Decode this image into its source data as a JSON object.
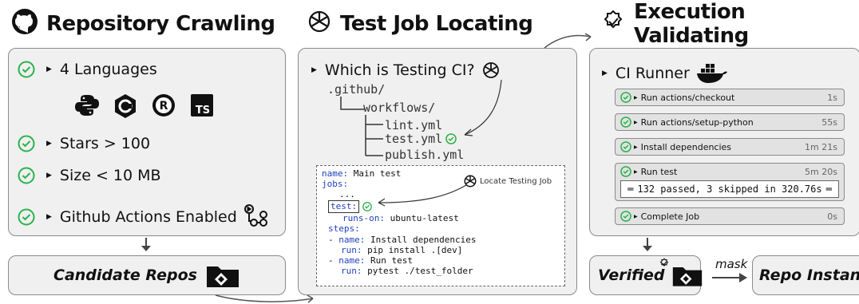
{
  "headings": {
    "crawl": "Repository Crawling",
    "locate": "Test Job Locating",
    "validate": "Execution Validating"
  },
  "crawl": {
    "languages": "4 Languages",
    "language_icons": [
      "python-icon",
      "cpp-icon",
      "rust-icon",
      "typescript-icon"
    ],
    "stars": "Stars > 100",
    "size": "Size < 10 MB",
    "actions": "Github Actions Enabled",
    "candidate": "Candidate Repos"
  },
  "locate": {
    "question": "Which is Testing CI?",
    "tree": [
      ".github/",
      "workflows/",
      "lint.yml",
      "test.yml",
      "publish.yml"
    ],
    "locate_label": "Locate Testing Job",
    "code": {
      "l1k": "name:",
      "l1v": " Main test",
      "l2k": "jobs:",
      "l3": "...",
      "l4k": "test:",
      "l5k": "runs-on:",
      "l5v": " ubuntu-latest",
      "l6k": "steps:",
      "l7a": "- ",
      "l7k": "name:",
      "l7v": " Install dependencies",
      "l8k": "run:",
      "l8v": " pip install .[dev]",
      "l9a": "- ",
      "l9k": "name:",
      "l9v": " Run test",
      "l10k": "run:",
      "l10v": " pytest ./test_folder"
    }
  },
  "validate": {
    "runner": "CI Runner",
    "steps": [
      {
        "label": "Run actions/checkout",
        "time": "1s"
      },
      {
        "label": "Run actions/setup-python",
        "time": "55s"
      },
      {
        "label": "Install dependencies",
        "time": "1m 21s"
      },
      {
        "label": "Run test",
        "time": "5m 20s"
      },
      {
        "label": "Complete Job",
        "time": "0s"
      }
    ],
    "result": "132 passed, 3 skipped in 320.76s",
    "verified": "Verified",
    "mask": "mask",
    "instance": "Repo Instance"
  },
  "colors": {
    "check": "#2bb24c",
    "keyword": "#1f3fbf",
    "panel": "#f0f0f0"
  }
}
